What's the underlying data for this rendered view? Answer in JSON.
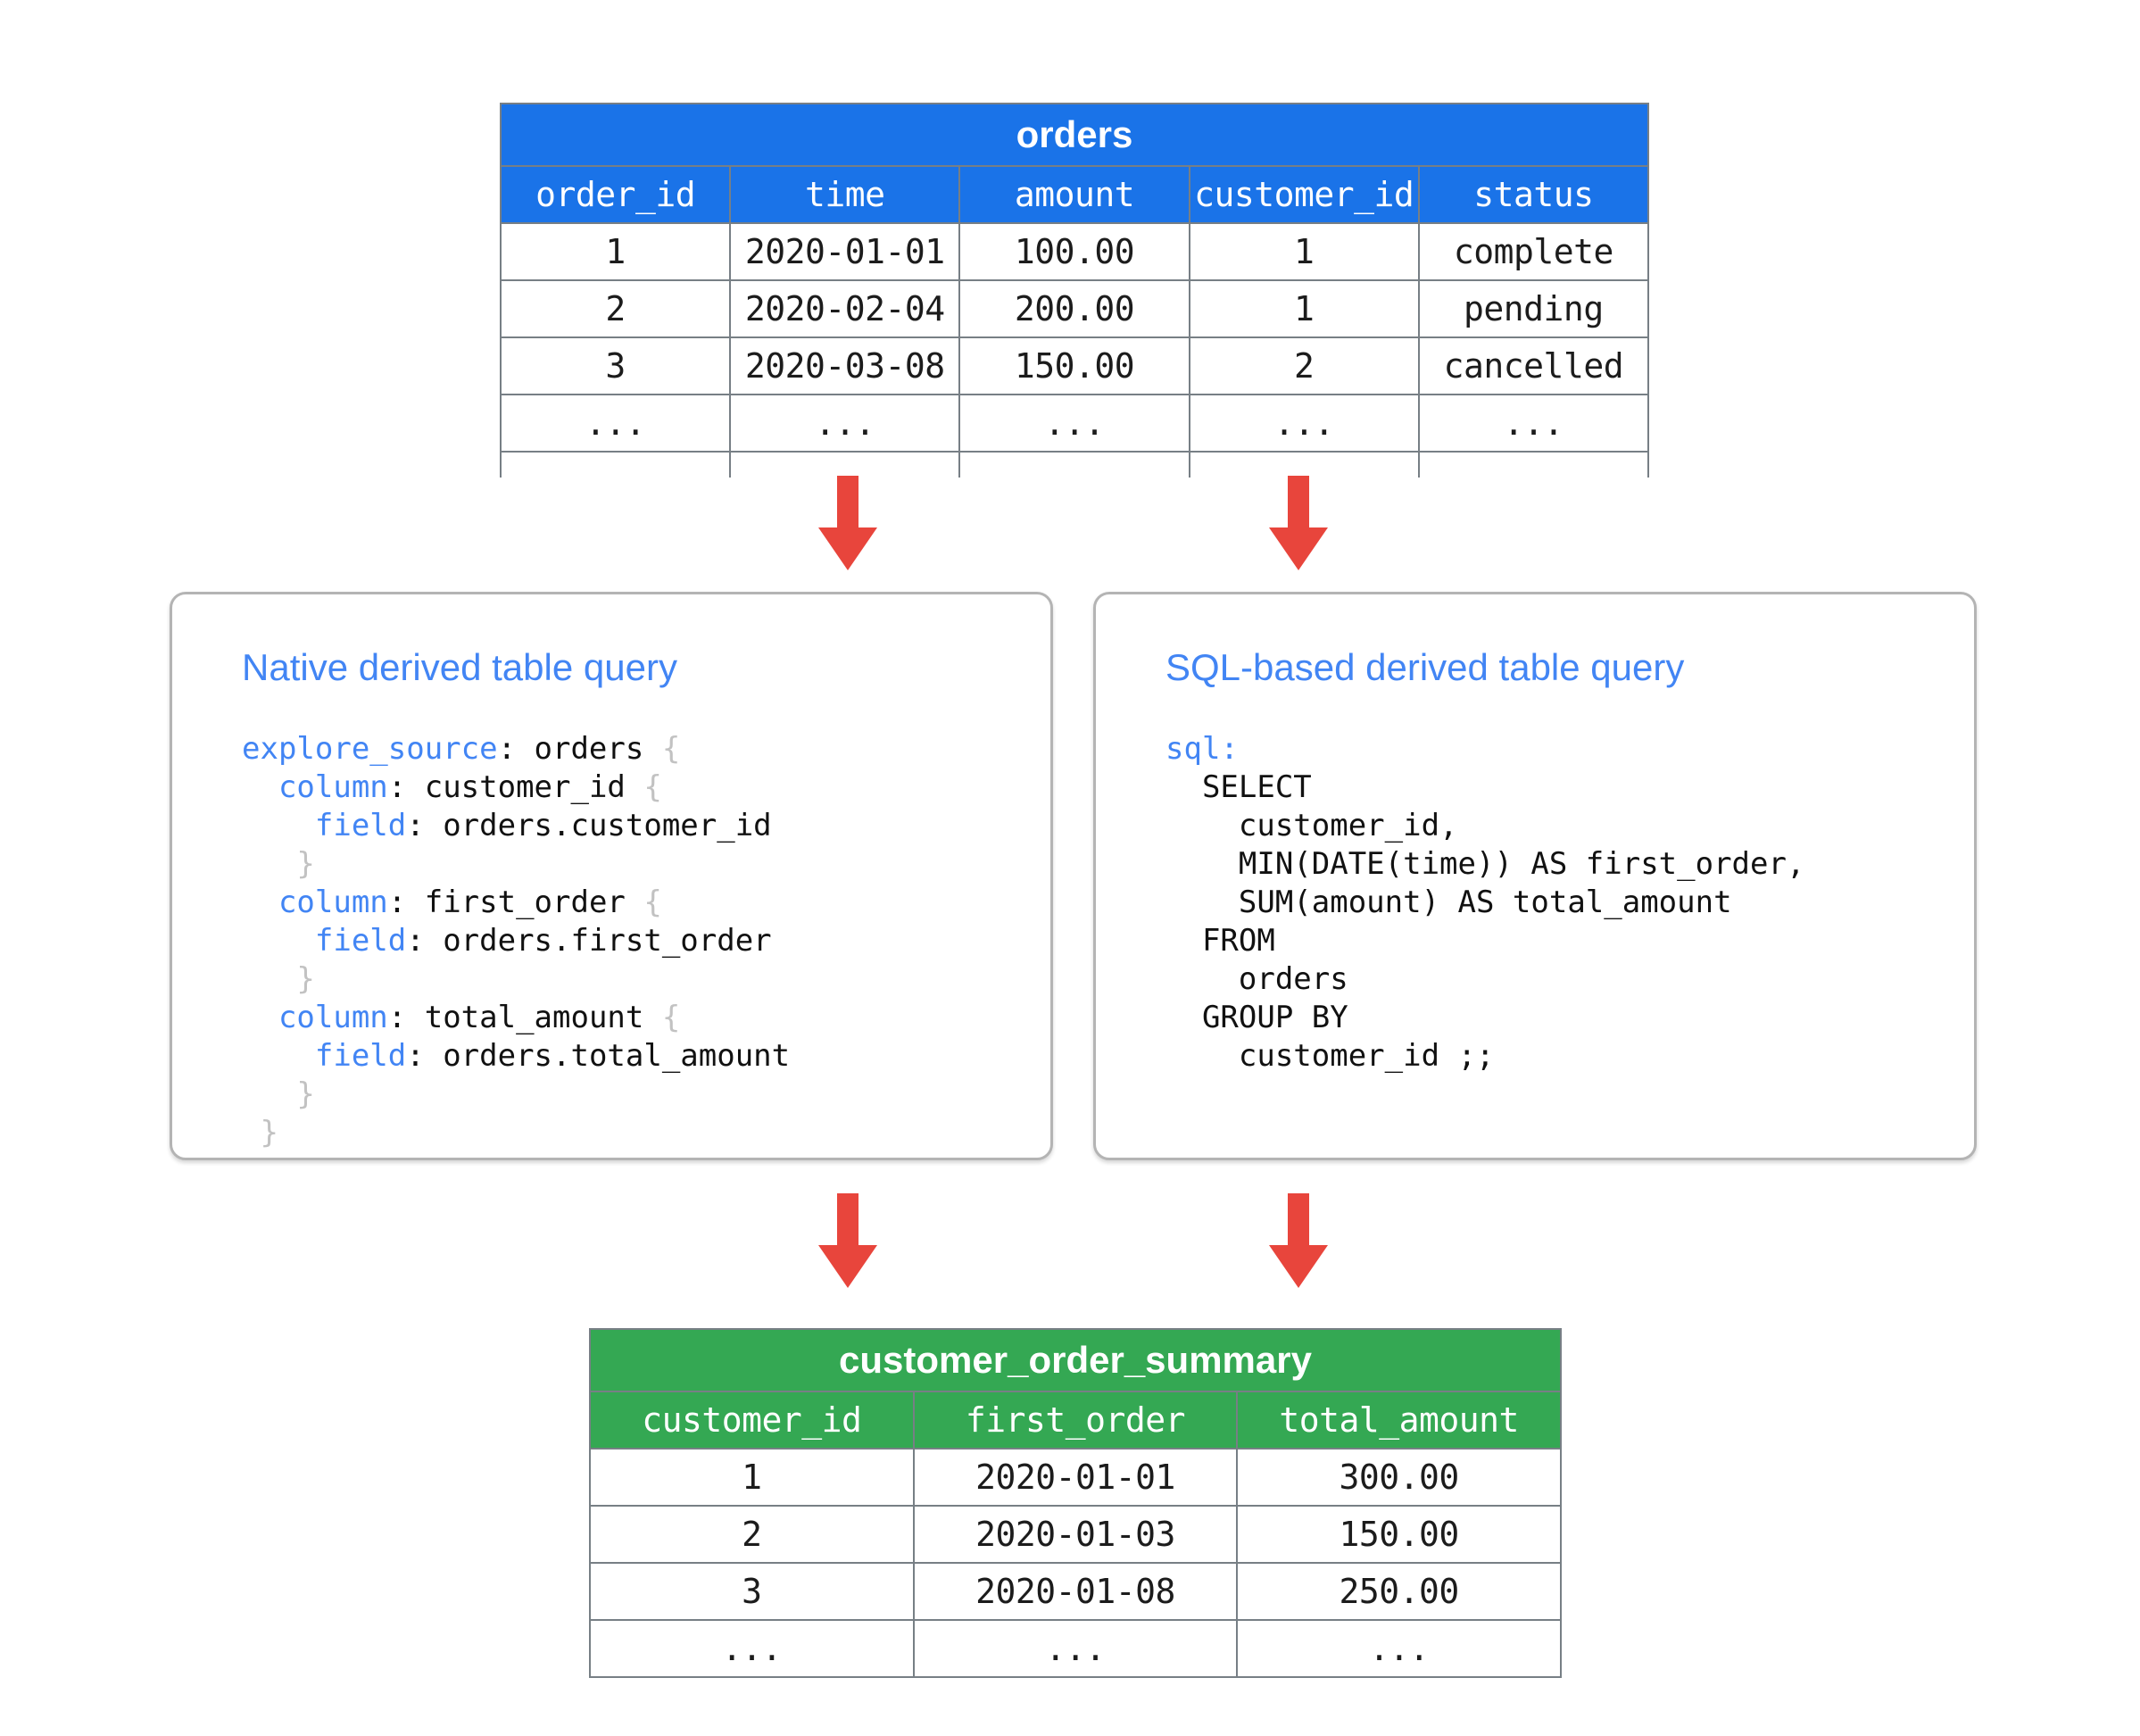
{
  "diagram": {
    "title": "Derived table query flow",
    "colors": {
      "source_table_header": "#1a73e8",
      "result_table_header": "#34a853",
      "arrow": "#e8453c",
      "panel_border": "#b4b4b4",
      "keyword": "#4285f4",
      "brace": "#c2c2c2",
      "text": "#111111"
    }
  },
  "source_table": {
    "name": "orders",
    "columns": [
      "order_id",
      "time",
      "amount",
      "customer_id",
      "status"
    ],
    "rows": [
      [
        "1",
        "2020-01-01",
        "100.00",
        "1",
        "complete"
      ],
      [
        "2",
        "2020-02-04",
        "200.00",
        "1",
        "pending"
      ],
      [
        "3",
        "2020-03-08",
        "150.00",
        "2",
        "cancelled"
      ],
      [
        "...",
        "...",
        "...",
        "...",
        "..."
      ],
      [
        "",
        "",
        "",
        "",
        ""
      ]
    ]
  },
  "result_table": {
    "name": "customer_order_summary",
    "columns": [
      "customer_id",
      "first_order",
      "total_amount"
    ],
    "rows": [
      [
        "1",
        "2020-01-01",
        "300.00"
      ],
      [
        "2",
        "2020-01-03",
        "150.00"
      ],
      [
        "3",
        "2020-01-08",
        "250.00"
      ],
      [
        "...",
        "...",
        "..."
      ]
    ]
  },
  "native_panel": {
    "title": "Native derived table query",
    "code_lines": [
      [
        {
          "t": "explore_source",
          "c": "k"
        },
        {
          "t": ": orders ",
          "c": "tx"
        },
        {
          "t": "{",
          "c": "br"
        }
      ],
      [
        {
          "t": "  ",
          "c": "tx"
        },
        {
          "t": "column",
          "c": "k"
        },
        {
          "t": ": customer_id ",
          "c": "tx"
        },
        {
          "t": "{",
          "c": "br"
        }
      ],
      [
        {
          "t": "    ",
          "c": "tx"
        },
        {
          "t": "field",
          "c": "k"
        },
        {
          "t": ": orders.customer_id",
          "c": "tx"
        }
      ],
      [
        {
          "t": "   ",
          "c": "tx"
        },
        {
          "t": "}",
          "c": "br"
        }
      ],
      [
        {
          "t": "  ",
          "c": "tx"
        },
        {
          "t": "column",
          "c": "k"
        },
        {
          "t": ": first_order ",
          "c": "tx"
        },
        {
          "t": "{",
          "c": "br"
        }
      ],
      [
        {
          "t": "    ",
          "c": "tx"
        },
        {
          "t": "field",
          "c": "k"
        },
        {
          "t": ": orders.first_order",
          "c": "tx"
        }
      ],
      [
        {
          "t": "   ",
          "c": "tx"
        },
        {
          "t": "}",
          "c": "br"
        }
      ],
      [
        {
          "t": "  ",
          "c": "tx"
        },
        {
          "t": "column",
          "c": "k"
        },
        {
          "t": ": total_amount ",
          "c": "tx"
        },
        {
          "t": "{",
          "c": "br"
        }
      ],
      [
        {
          "t": "    ",
          "c": "tx"
        },
        {
          "t": "field",
          "c": "k"
        },
        {
          "t": ": orders.total_amount",
          "c": "tx"
        }
      ],
      [
        {
          "t": "   ",
          "c": "tx"
        },
        {
          "t": "}",
          "c": "br"
        }
      ],
      [
        {
          "t": " ",
          "c": "tx"
        },
        {
          "t": "}",
          "c": "br"
        }
      ]
    ]
  },
  "sql_panel": {
    "title": "SQL-based derived table query",
    "code_lines": [
      [
        {
          "t": "sql:",
          "c": "k"
        }
      ],
      [
        {
          "t": "  SELECT",
          "c": "tx"
        }
      ],
      [
        {
          "t": "    customer_id,",
          "c": "tx"
        }
      ],
      [
        {
          "t": "    MIN(DATE(time)) AS first_order,",
          "c": "tx"
        }
      ],
      [
        {
          "t": "    SUM(amount) AS total_amount",
          "c": "tx"
        }
      ],
      [
        {
          "t": "  FROM",
          "c": "tx"
        }
      ],
      [
        {
          "t": "    orders",
          "c": "tx"
        }
      ],
      [
        {
          "t": "  GROUP BY",
          "c": "tx"
        }
      ],
      [
        {
          "t": "    customer_id ;;",
          "c": "tx"
        }
      ]
    ]
  },
  "arrows": [
    {
      "name": "orders-to-native",
      "from": "orders",
      "to": "native_panel"
    },
    {
      "name": "orders-to-sql",
      "from": "orders",
      "to": "sql_panel"
    },
    {
      "name": "native-to-summary",
      "from": "native_panel",
      "to": "customer_order_summary"
    },
    {
      "name": "sql-to-summary",
      "from": "sql_panel",
      "to": "customer_order_summary"
    }
  ]
}
